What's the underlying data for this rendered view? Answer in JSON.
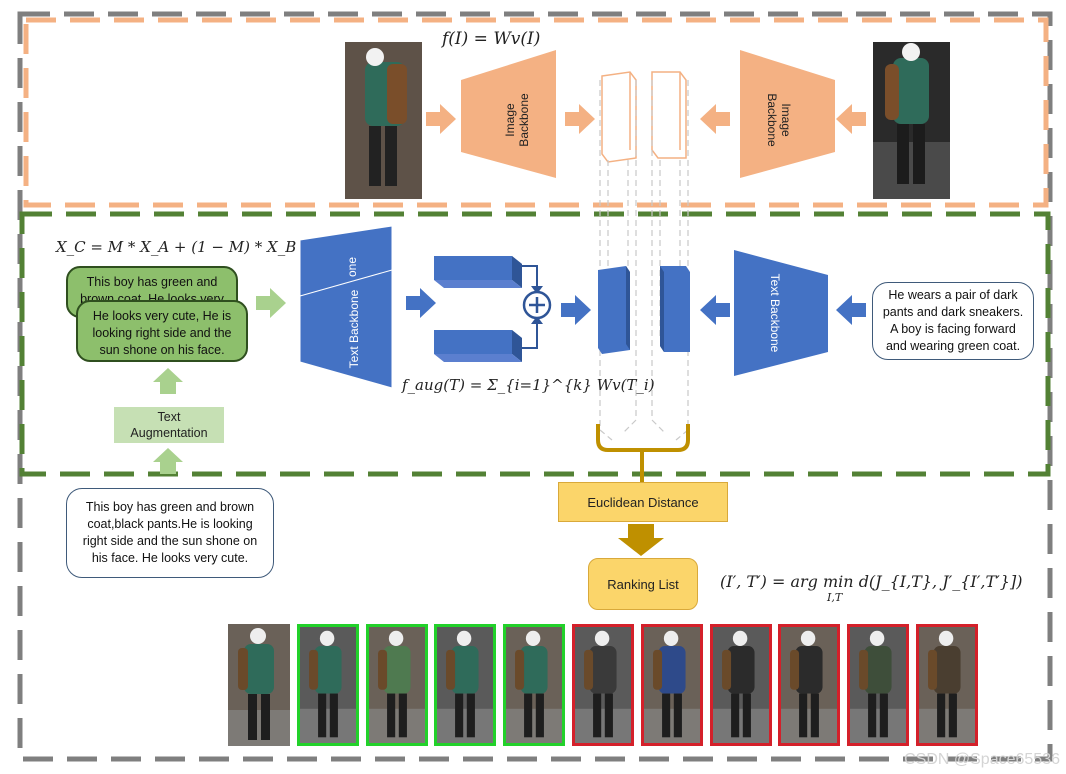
{
  "top": {
    "formula": "f(I) = Wv(I)",
    "backbone_left": "Image Backbone",
    "backbone_right": "Image Backbone"
  },
  "middle": {
    "mix_formula": "X_C = M * X_A + (1 − M) * X_B",
    "text_backbone_left_front": "Text Backbone",
    "text_backbone_left_back": "one",
    "text_backbone_right": "Text Backbone",
    "aug_formula": "f_aug(T) = Σ_{i=1}^{k} Wv(T_i)",
    "green_bubble_back": "This boy has green and brown coat. He looks very cute.",
    "green_bubble_front": "He looks very cute, He is looking right side and the sun shone on his face.",
    "right_bubble": "He wears a pair of dark pants and dark sneakers. A boy is facing forward and wearing green coat.",
    "aug_box_line1": "Text",
    "aug_box_line2": "Augmentation"
  },
  "bottom": {
    "input_bubble": "This boy has green and brown coat,black pants.He is looking right side and the sun shone on his face. He looks very cute.",
    "euclidean": "Euclidean Distance",
    "ranking": "Ranking List",
    "rank_formula": "(I′, T′) = arg min d(J_{I,T}, J′_{I′,T′}])",
    "rank_formula_sub": "I,T"
  },
  "gallery": {
    "borders": [
      "none",
      "green",
      "green",
      "green",
      "green",
      "red",
      "red",
      "red",
      "red",
      "red",
      "red"
    ],
    "coat_colors": [
      "#2f6b5a",
      "#2f6b5a",
      "#4f7a50",
      "#2f6b5a",
      "#2f6b5a",
      "#3a3a3a",
      "#2e4a8a",
      "#2b2b2b",
      "#2b2b2b",
      "#3e4e3a",
      "#4a3e30"
    ]
  },
  "watermark": "CSDN @Space65536",
  "colors": {
    "orange": "#f4b183",
    "blue": "#4472c4",
    "green_dash": "#538135",
    "orange_dash": "#f4b183",
    "gray_dash": "#808080",
    "gold": "#bf9000"
  }
}
